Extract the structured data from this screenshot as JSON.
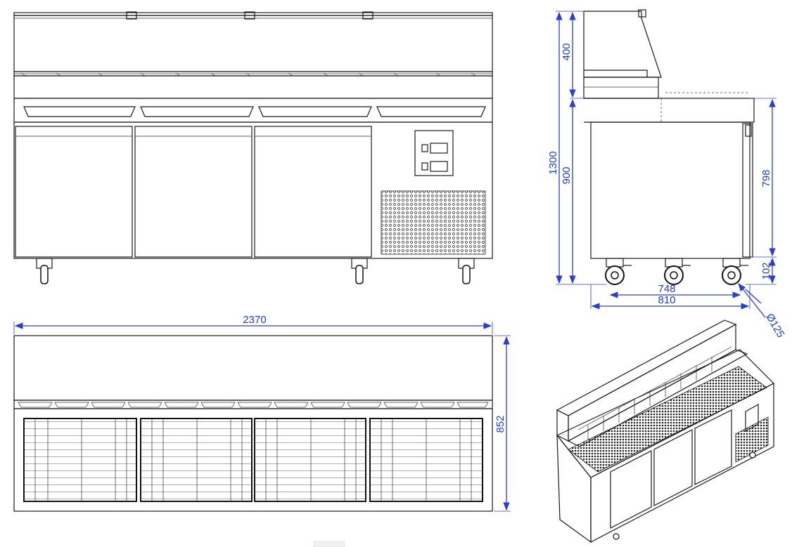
{
  "dimensions": {
    "front_top_height": "400",
    "side_total_height": "1300",
    "side_base_height": "900",
    "door_height": "798",
    "wheel_height": "102",
    "depth_inner": "748",
    "depth_outer": "810",
    "wheel_diameter": "Ø125",
    "total_width": "2370",
    "plan_depth": "852"
  },
  "colors": {
    "dimension_line": "#2a3fd0",
    "dimension_text": "#1f3fbf",
    "drawing_line": "#1a1a1a"
  }
}
